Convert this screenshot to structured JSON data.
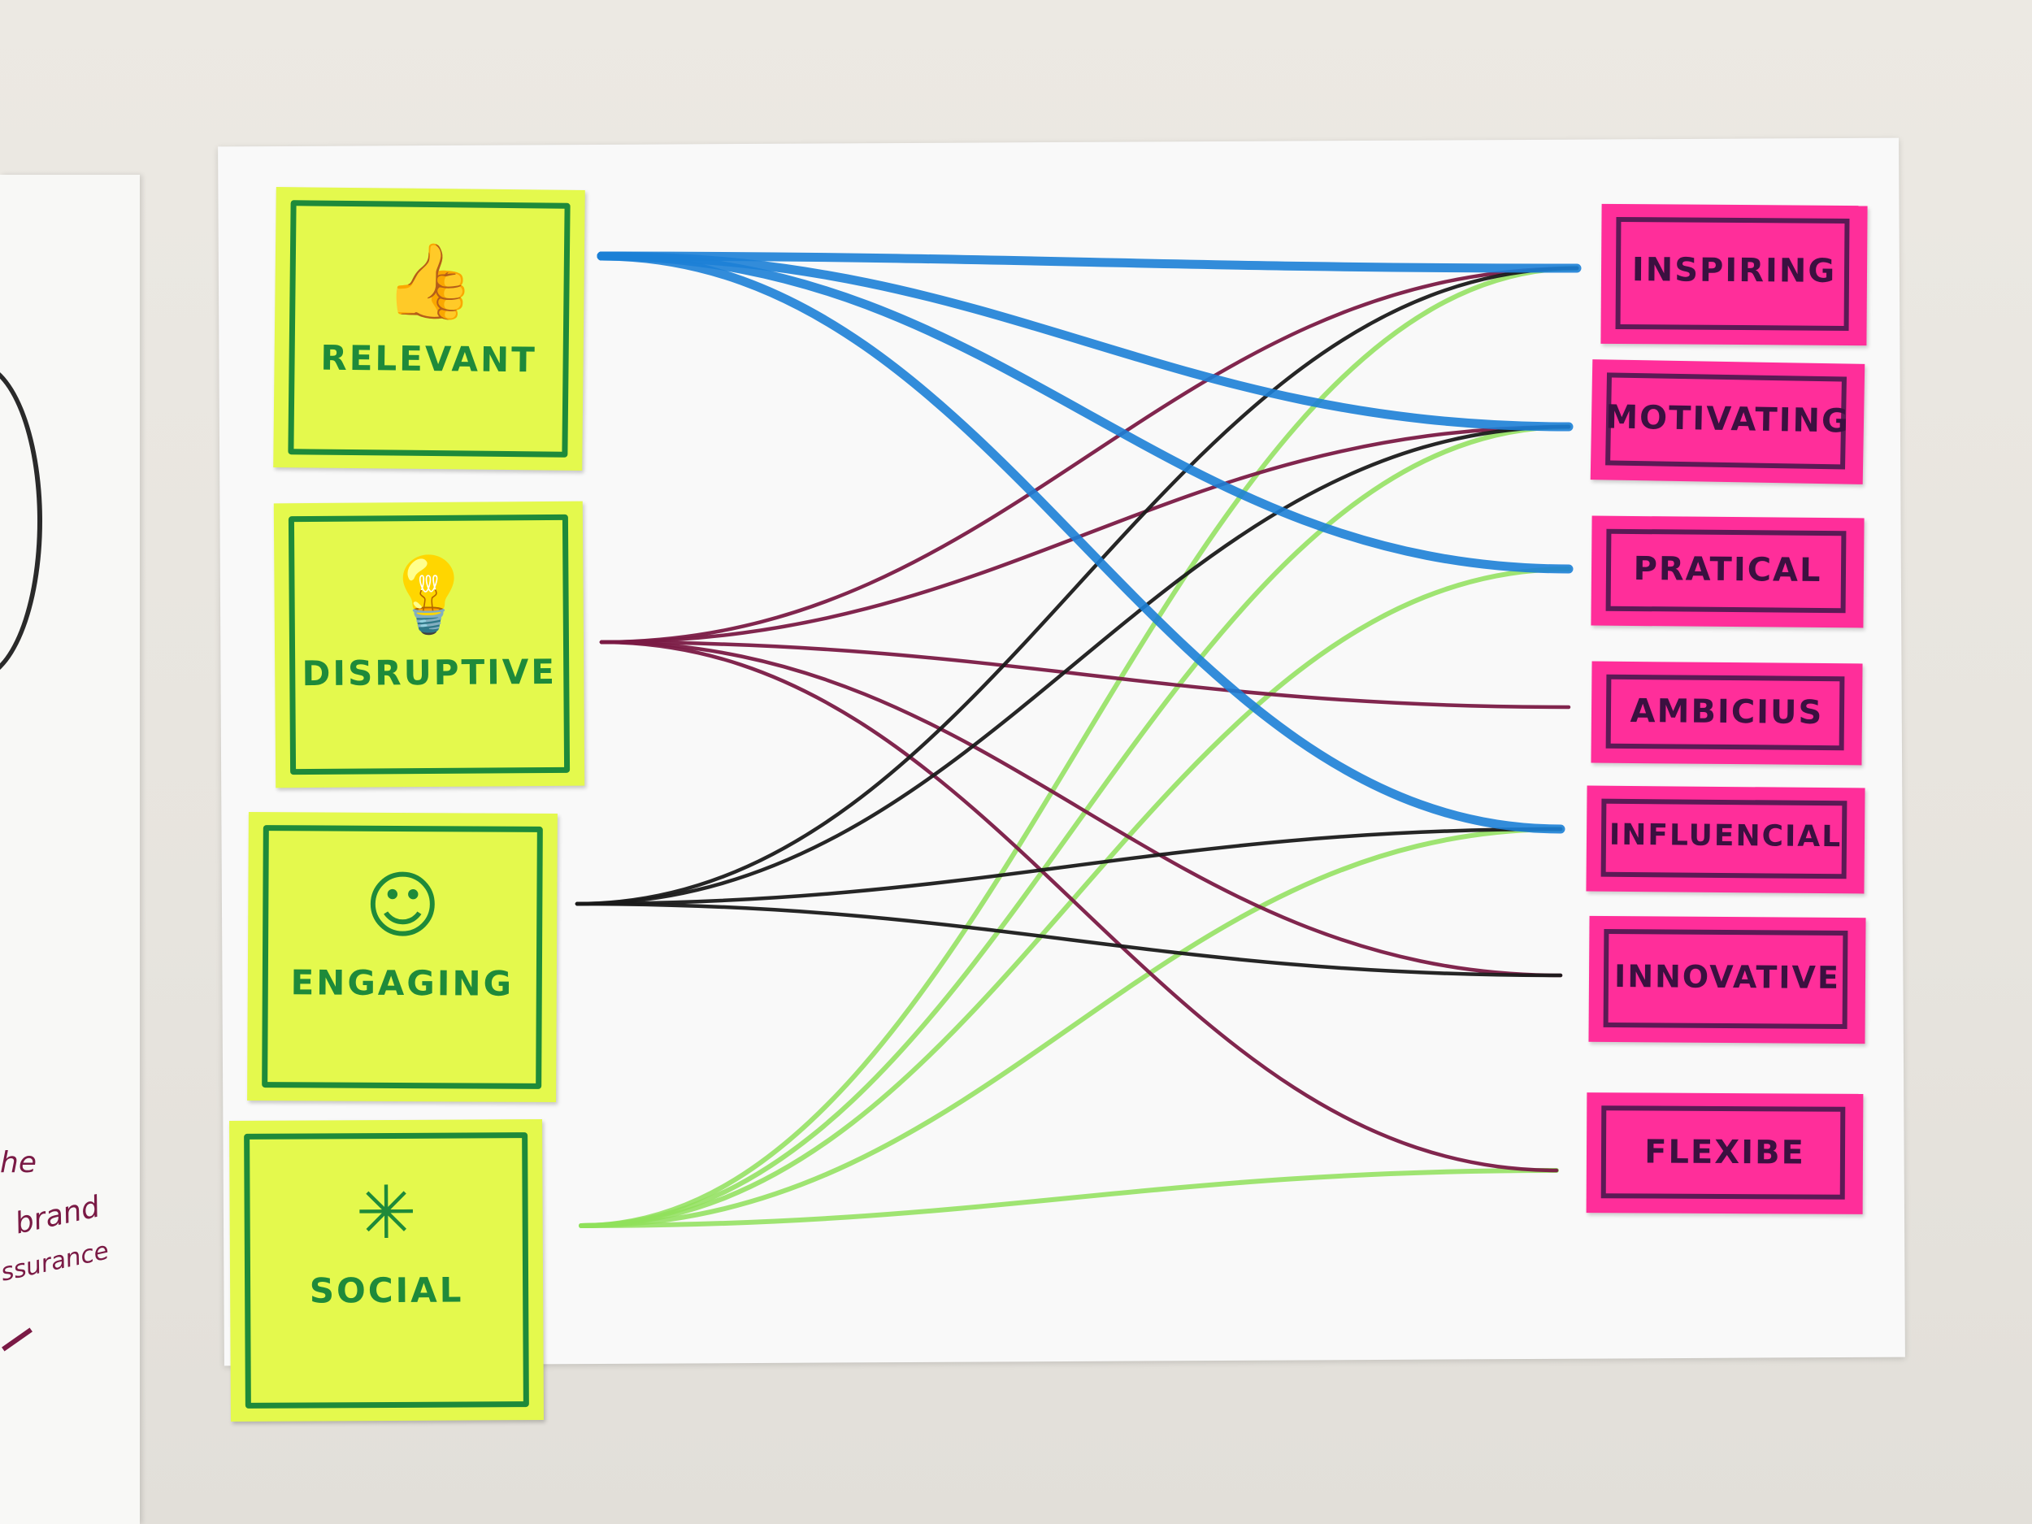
{
  "left_sheet": {
    "notes": [
      "he",
      "brand",
      "ssurance"
    ]
  },
  "sources": [
    {
      "key": "relevant",
      "label": "RELEVANT",
      "icon": "thumbs-up-icon",
      "glyph": "👍"
    },
    {
      "key": "disruptive",
      "label": "DISRUPTIVE",
      "icon": "lightbulb-icon",
      "glyph": "💡"
    },
    {
      "key": "engaging",
      "label": "ENGAGING",
      "icon": "smiley-sun-icon",
      "glyph": "☺"
    },
    {
      "key": "social",
      "label": "SOCIAL",
      "icon": "network-node-icon",
      "glyph": "✳"
    }
  ],
  "targets": [
    {
      "key": "inspiring",
      "label": "INSPIRING"
    },
    {
      "key": "motivating",
      "label": "MOTIVATING"
    },
    {
      "key": "pratical",
      "label": "PRATICAL"
    },
    {
      "key": "ambicius",
      "label": "AMBICIUS"
    },
    {
      "key": "influencial",
      "label": "INFLUENCIAL"
    },
    {
      "key": "innovative",
      "label": "INNOVATIVE"
    },
    {
      "key": "flexibe",
      "label": "FLEXIBE"
    }
  ],
  "colors": {
    "sticky_yellow": "#e4f94d",
    "sticky_border_green": "#1e8a3a",
    "pink_note": "#ff2e9a",
    "pink_border": "#5b1a55",
    "line_blue": "#1c7fd6",
    "line_maroon": "#7a1a45",
    "line_black": "#1a1a1a",
    "line_green": "#8fe05a"
  },
  "connections": [
    {
      "from": "relevant",
      "to": "inspiring",
      "color": "blue"
    },
    {
      "from": "relevant",
      "to": "motivating",
      "color": "blue"
    },
    {
      "from": "relevant",
      "to": "pratical",
      "color": "blue"
    },
    {
      "from": "relevant",
      "to": "influencial",
      "color": "blue"
    },
    {
      "from": "disruptive",
      "to": "inspiring",
      "color": "maroon"
    },
    {
      "from": "disruptive",
      "to": "motivating",
      "color": "maroon"
    },
    {
      "from": "disruptive",
      "to": "ambicius",
      "color": "maroon"
    },
    {
      "from": "disruptive",
      "to": "innovative",
      "color": "maroon"
    },
    {
      "from": "disruptive",
      "to": "flexibe",
      "color": "maroon"
    },
    {
      "from": "engaging",
      "to": "inspiring",
      "color": "black"
    },
    {
      "from": "engaging",
      "to": "motivating",
      "color": "black"
    },
    {
      "from": "engaging",
      "to": "influencial",
      "color": "black"
    },
    {
      "from": "engaging",
      "to": "innovative",
      "color": "black"
    },
    {
      "from": "social",
      "to": "inspiring",
      "color": "green"
    },
    {
      "from": "social",
      "to": "pratical",
      "color": "green"
    },
    {
      "from": "social",
      "to": "influencial",
      "color": "green"
    },
    {
      "from": "social",
      "to": "flexibe",
      "color": "green"
    },
    {
      "from": "social",
      "to": "motivating",
      "color": "green"
    }
  ]
}
